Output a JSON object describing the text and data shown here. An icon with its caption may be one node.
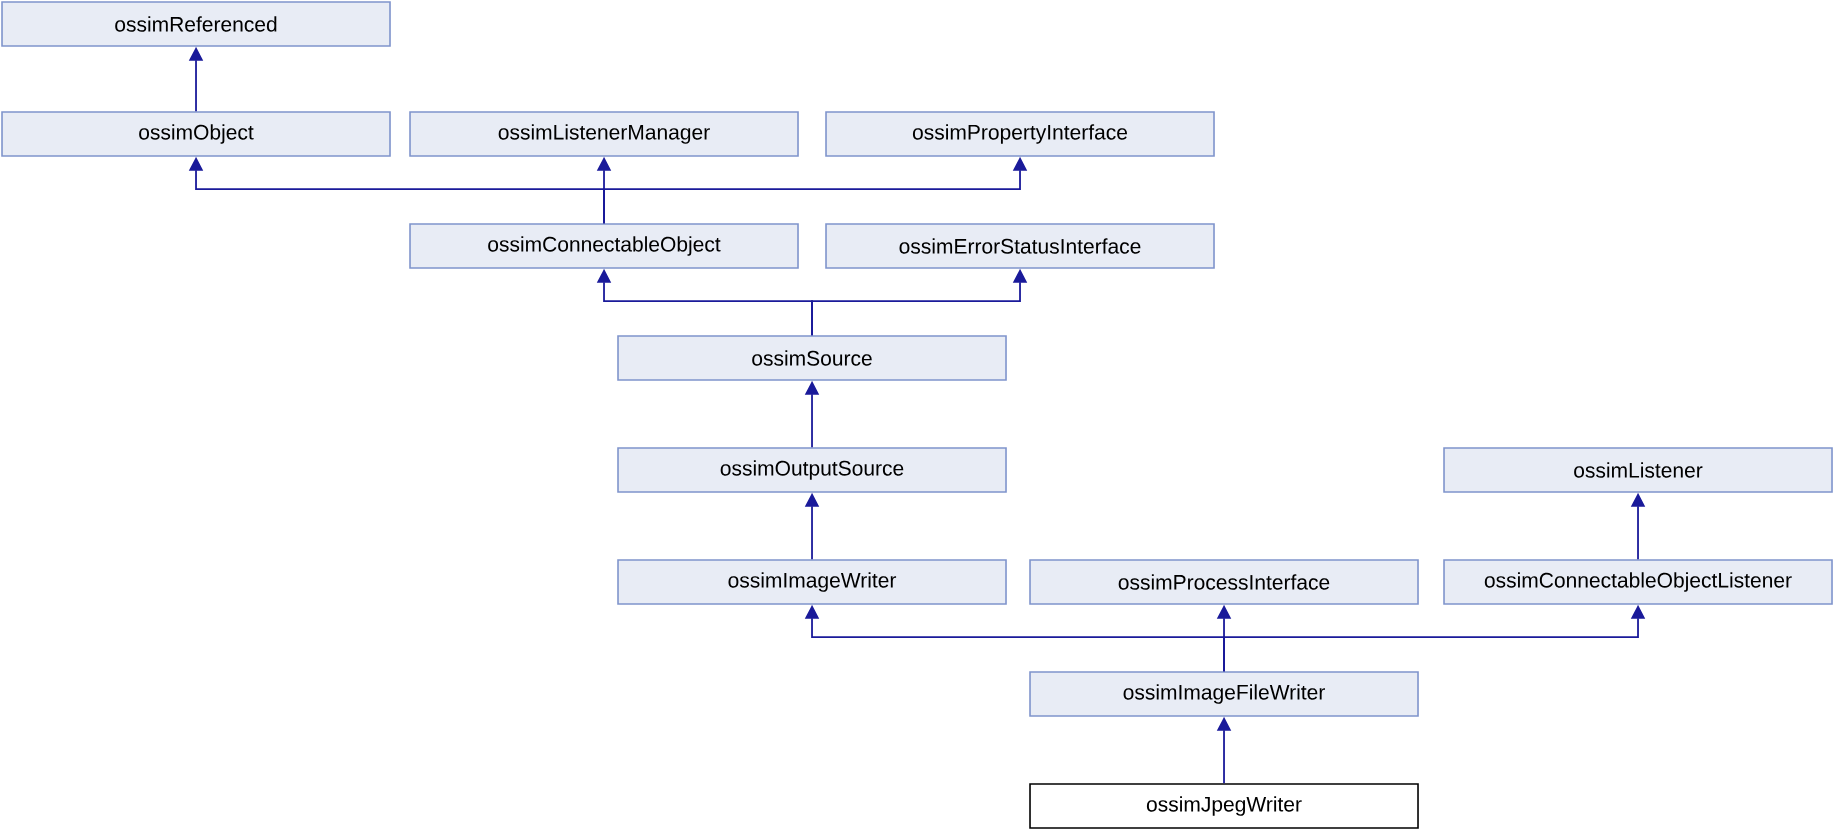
{
  "diagram": {
    "nodes": [
      {
        "text": [
          "ossimReferenced"
        ]
      },
      {
        "text": [
          "ossimObject"
        ]
      },
      {
        "text": [
          "ossimListenerManager"
        ]
      },
      {
        "text": [
          "ossimPropertyInterface"
        ]
      },
      {
        "text": [
          "ossimConnectableObject"
        ]
      },
      {
        "text": [
          "ossimErrorStatusInterface"
        ]
      },
      {
        "text": [
          "ossimSource"
        ]
      },
      {
        "text": [
          "ossimOutputSource"
        ]
      },
      {
        "text": [
          "ossimListener"
        ]
      },
      {
        "text": [
          "ossimImageWriter"
        ]
      },
      {
        "text": [
          "ossimProcessInterface"
        ]
      },
      {
        "text": [
          "ossimConnectableObjectListener"
        ]
      },
      {
        "text": [
          "ossimImageFileWriter"
        ]
      },
      {
        "text": [
          "ossimJpegWriter"
        ]
      }
    ],
    "edges": [
      {
        "from": 1,
        "to": 0,
        "arrow": "to"
      },
      {
        "from": 4,
        "to": 1,
        "arrow": "to"
      },
      {
        "from": 4,
        "to": 2,
        "arrow": "to"
      },
      {
        "from": 4,
        "to": 3,
        "arrow": "to"
      },
      {
        "from": 6,
        "to": 4,
        "arrow": "to"
      },
      {
        "from": 6,
        "to": 5,
        "arrow": "to"
      },
      {
        "from": 7,
        "to": 6,
        "arrow": "to"
      },
      {
        "from": 9,
        "to": 7,
        "arrow": "to"
      },
      {
        "from": 11,
        "to": 8,
        "arrow": "to"
      },
      {
        "from": 12,
        "to": 9,
        "arrow": "to"
      },
      {
        "from": 12,
        "to": 10,
        "arrow": "to"
      },
      {
        "from": 12,
        "to": 11,
        "arrow": "to"
      },
      {
        "from": 13,
        "to": 12,
        "arrow": "to"
      }
    ]
  }
}
